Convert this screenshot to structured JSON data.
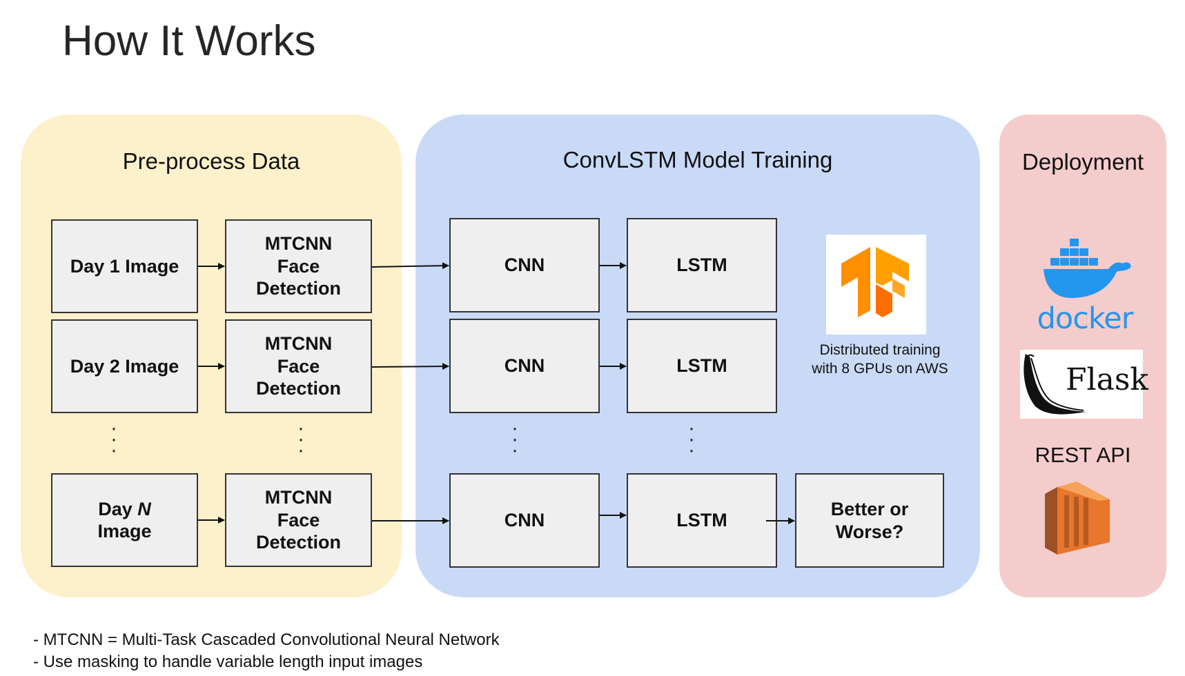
{
  "title": "How It Works",
  "sections": {
    "preprocess": "Pre-process Data",
    "training": "ConvLSTM Model Training",
    "deployment": "Deployment"
  },
  "preprocess": {
    "day1": "Day 1 Image",
    "day2": "Day 2 Image",
    "dayn_prefix": "Day ",
    "dayn_var": "N",
    "dayn_suffix": "Image",
    "mtcnn": "MTCNN\nFace\nDetection"
  },
  "training": {
    "cnn": "CNN",
    "lstm": "LSTM",
    "output": "Better or\nWorse?",
    "caption": "Distributed training\nwith 8 GPUs on AWS"
  },
  "deployment": {
    "docker": "docker",
    "flask": "Flask",
    "api": "REST API"
  },
  "notes": [
    "- MTCNN = Multi-Task Cascaded Convolutional Neural Network",
    "- Use masking to handle variable length input images"
  ],
  "colors": {
    "preprocess_bg": "#fdf1cc",
    "training_bg": "#c9daf7",
    "deployment_bg": "#f4cccc",
    "box_bg": "#efefef",
    "tensorflow_orange": "#f58a1f",
    "docker_blue": "#2496ed",
    "aws_orange": "#e8762b"
  },
  "icons": [
    "tensorflow-logo",
    "docker-logo",
    "flask-logo",
    "aws-ec2-icon"
  ]
}
